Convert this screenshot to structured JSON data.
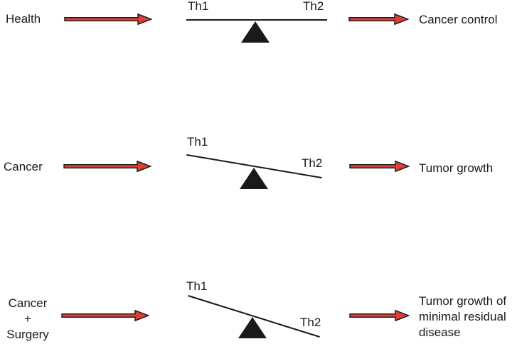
{
  "figure": {
    "ink_color": "#1a1a1a",
    "arrow_fill": "#d84038",
    "arrow_stroke": "#161616"
  },
  "rows": [
    {
      "condition_lines": [
        "Health"
      ],
      "balance": {
        "left_label": "Th1",
        "right_label": "Th2",
        "tilt_deg": 0
      },
      "outcome_lines": [
        "Cancer control"
      ]
    },
    {
      "condition_lines": [
        "Cancer"
      ],
      "balance": {
        "left_label": "Th1",
        "right_label": "Th2",
        "tilt_deg": 9.6
      },
      "outcome_lines": [
        "Tumor growth"
      ]
    },
    {
      "condition_lines": [
        "Cancer",
        "+",
        "Surgery"
      ],
      "balance": {
        "left_label": "Th1",
        "right_label": "Th2",
        "tilt_deg": 17.4
      },
      "outcome_lines": [
        "Tumor growth of",
        "minimal residual",
        "disease"
      ]
    }
  ]
}
